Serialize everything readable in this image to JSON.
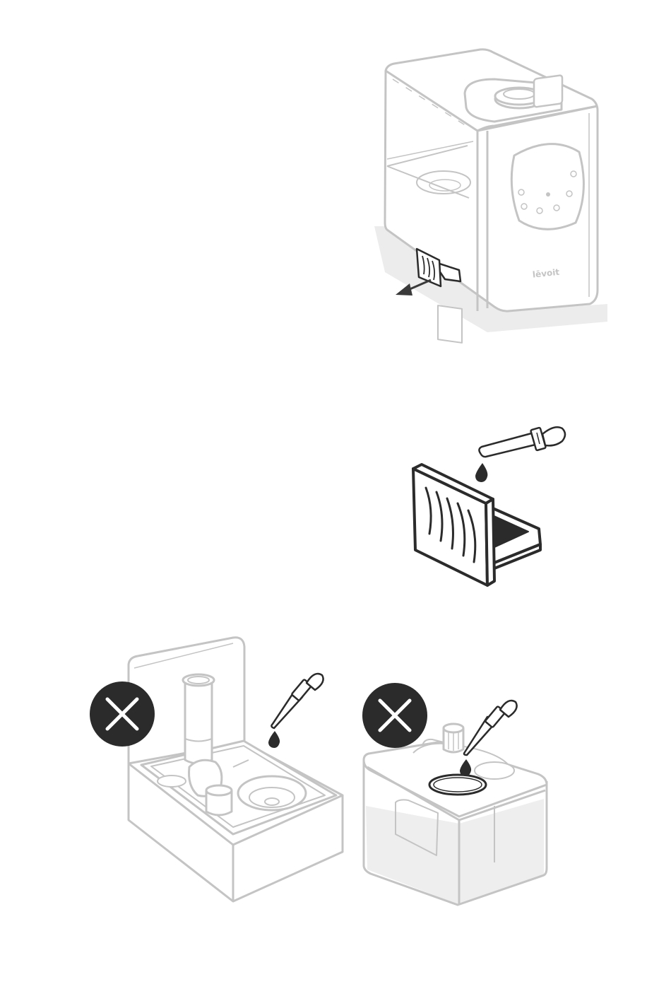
{
  "brand": {
    "logo_text": "lēvoit"
  },
  "steps": [
    {
      "id": "remove-aroma-tray",
      "action": "pull-out",
      "arrow_color": "#3a3a3a"
    },
    {
      "id": "add-oil-to-aroma-pad",
      "action": "drip-oil-onto-pad"
    },
    {
      "id": "do-not-add-oil-to-base",
      "prohibited": true
    },
    {
      "id": "do-not-add-oil-to-tank",
      "prohibited": true
    }
  ],
  "colors": {
    "line": "#2b2b2b",
    "faded_line": "#c4c4c4",
    "shadow": "#ececec",
    "prohibition_badge": "#2b2b2b",
    "prohibition_cross": "#ffffff",
    "water": "#eeeeee"
  },
  "icons": [
    "arrow-icon",
    "dropper-icon",
    "oil-drop-icon",
    "prohibited-icon"
  ]
}
